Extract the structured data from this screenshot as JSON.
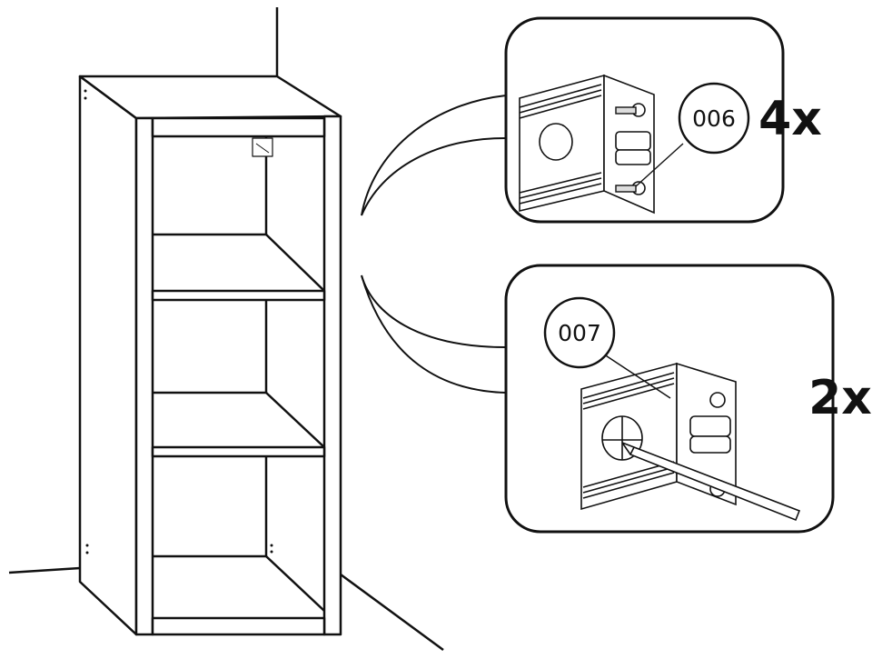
{
  "callouts": [
    {
      "part_label": "006",
      "quantity": "4x"
    },
    {
      "part_label": "007",
      "quantity": "2x"
    }
  ]
}
